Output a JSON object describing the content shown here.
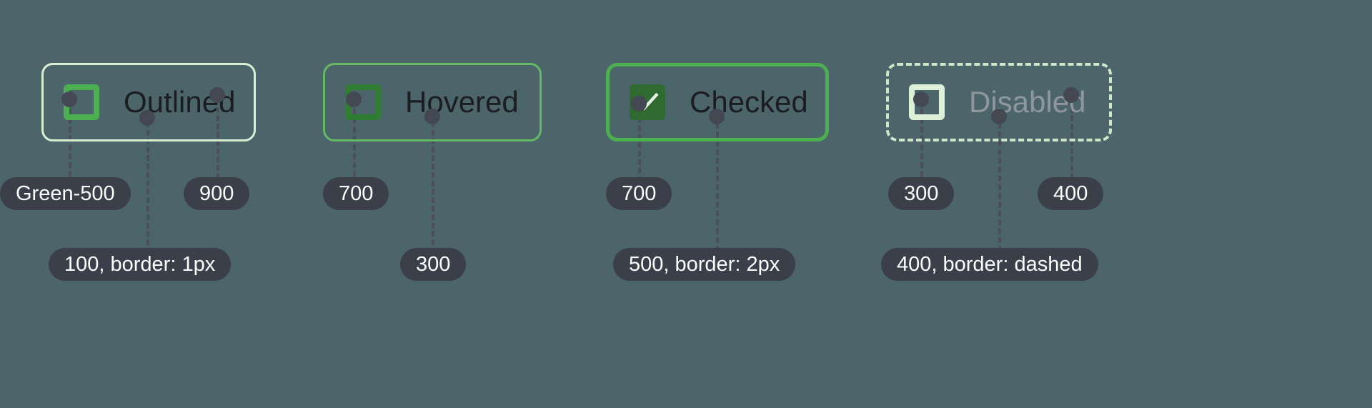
{
  "page": {
    "background_color": "#4c656b",
    "title": "Checkbox states annotation sheet"
  },
  "palette": {
    "green_500": "#4caf50",
    "green_700": "#2f7d32",
    "checked_fill": "#2f6b30",
    "outline_100": "#d9efd1",
    "outline_300": "#cfe6c8",
    "pill_background": "#3a3f49",
    "pill_text": "#ffffff",
    "label_dark": "#1b1d22",
    "label_disabled": "#8f969e",
    "connector": "#4a4f59"
  },
  "groups": [
    {
      "id": "outlined",
      "label": "Outlined",
      "state": "default",
      "checkbox_icon": "checkbox-unchecked-icon",
      "border_style": "solid",
      "annotations": [
        {
          "id": "outlined-checkbox-color",
          "text": "Green-500",
          "target": "checkbox"
        },
        {
          "id": "outlined-container-border",
          "text": "100, border: 1px",
          "target": "container-border"
        },
        {
          "id": "outlined-label-color",
          "text": "900",
          "target": "label"
        }
      ]
    },
    {
      "id": "hovered",
      "label": "Hovered",
      "state": "hover",
      "checkbox_icon": "checkbox-unchecked-icon",
      "border_style": "solid",
      "annotations": [
        {
          "id": "hovered-checkbox-color",
          "text": "700",
          "target": "checkbox"
        },
        {
          "id": "hovered-container-border",
          "text": "300",
          "target": "container-border"
        }
      ]
    },
    {
      "id": "checked",
      "label": "Checked",
      "state": "checked",
      "checkbox_icon": "checkbox-checked-icon",
      "border_style": "solid",
      "annotations": [
        {
          "id": "checked-checkbox-color",
          "text": "700",
          "target": "checkbox"
        },
        {
          "id": "checked-container-border",
          "text": "500, border: 2px",
          "target": "container-border"
        }
      ]
    },
    {
      "id": "disabled",
      "label": "Disabled",
      "state": "disabled",
      "checkbox_icon": "checkbox-unchecked-icon",
      "border_style": "dashed",
      "annotations": [
        {
          "id": "disabled-checkbox-color",
          "text": "300",
          "target": "checkbox"
        },
        {
          "id": "disabled-container-border",
          "text": "400, border: dashed",
          "target": "container-border"
        },
        {
          "id": "disabled-label-color",
          "text": "400",
          "target": "label"
        }
      ]
    }
  ]
}
